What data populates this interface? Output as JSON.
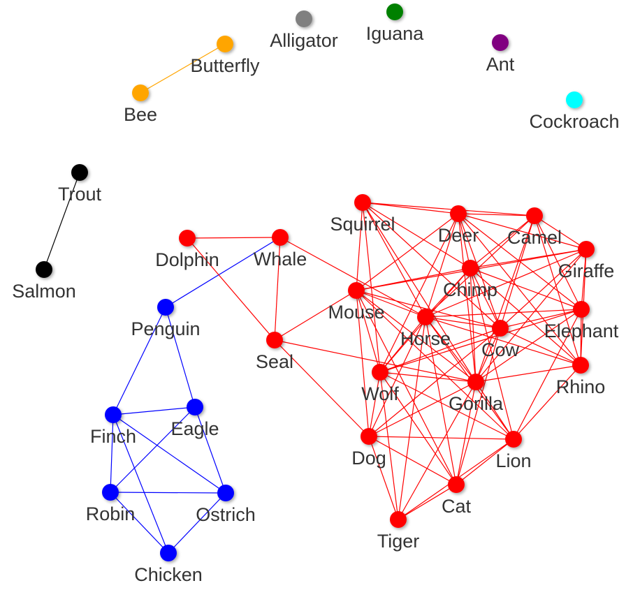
{
  "graph": {
    "colors": {
      "mammal": "#ff0000",
      "bird": "#0000ff",
      "fish": "#000000",
      "insect_pair": "#ffa500",
      "alligator": "#808080",
      "iguana": "#008000",
      "ant": "#800080",
      "cockroach": "#00ffff"
    },
    "nodes": [
      {
        "id": "alligator",
        "label": "Alligator",
        "group": "alligator"
      },
      {
        "id": "iguana",
        "label": "Iguana",
        "group": "iguana"
      },
      {
        "id": "ant",
        "label": "Ant",
        "group": "ant"
      },
      {
        "id": "cockroach",
        "label": "Cockroach",
        "group": "cockroach"
      },
      {
        "id": "butterfly",
        "label": "Butterfly",
        "group": "insect_pair"
      },
      {
        "id": "bee",
        "label": "Bee",
        "group": "insect_pair"
      },
      {
        "id": "trout",
        "label": "Trout",
        "group": "fish"
      },
      {
        "id": "salmon",
        "label": "Salmon",
        "group": "fish"
      },
      {
        "id": "dolphin",
        "label": "Dolphin",
        "group": "mammal"
      },
      {
        "id": "whale",
        "label": "Whale",
        "group": "mammal"
      },
      {
        "id": "seal",
        "label": "Seal",
        "group": "mammal"
      },
      {
        "id": "squirrel",
        "label": "Squirrel",
        "group": "mammal"
      },
      {
        "id": "deer",
        "label": "Deer",
        "group": "mammal"
      },
      {
        "id": "camel",
        "label": "Camel",
        "group": "mammal"
      },
      {
        "id": "giraffe",
        "label": "Giraffe",
        "group": "mammal"
      },
      {
        "id": "chimp",
        "label": "Chimp",
        "group": "mammal"
      },
      {
        "id": "mouse",
        "label": "Mouse",
        "group": "mammal"
      },
      {
        "id": "horse",
        "label": "Horse",
        "group": "mammal"
      },
      {
        "id": "cow",
        "label": "Cow",
        "group": "mammal"
      },
      {
        "id": "elephant",
        "label": "Elephant",
        "group": "mammal"
      },
      {
        "id": "rhino",
        "label": "Rhino",
        "group": "mammal"
      },
      {
        "id": "wolf",
        "label": "Wolf",
        "group": "mammal"
      },
      {
        "id": "gorilla",
        "label": "Gorilla",
        "group": "mammal"
      },
      {
        "id": "dog",
        "label": "Dog",
        "group": "mammal"
      },
      {
        "id": "lion",
        "label": "Lion",
        "group": "mammal"
      },
      {
        "id": "cat",
        "label": "Cat",
        "group": "mammal"
      },
      {
        "id": "tiger",
        "label": "Tiger",
        "group": "mammal"
      },
      {
        "id": "penguin",
        "label": "Penguin",
        "group": "bird"
      },
      {
        "id": "finch",
        "label": "Finch",
        "group": "bird"
      },
      {
        "id": "eagle",
        "label": "Eagle",
        "group": "bird"
      },
      {
        "id": "robin",
        "label": "Robin",
        "group": "bird"
      },
      {
        "id": "ostrich",
        "label": "Ostrich",
        "group": "bird"
      },
      {
        "id": "chicken",
        "label": "Chicken",
        "group": "bird"
      }
    ],
    "edges": [
      [
        "butterfly",
        "bee",
        "insect_pair"
      ],
      [
        "trout",
        "salmon",
        "fish"
      ],
      [
        "whale",
        "penguin",
        "bird"
      ],
      [
        "penguin",
        "finch",
        "bird"
      ],
      [
        "penguin",
        "eagle",
        "bird"
      ],
      [
        "finch",
        "eagle",
        "bird"
      ],
      [
        "finch",
        "robin",
        "bird"
      ],
      [
        "finch",
        "ostrich",
        "bird"
      ],
      [
        "finch",
        "chicken",
        "bird"
      ],
      [
        "eagle",
        "robin",
        "bird"
      ],
      [
        "eagle",
        "ostrich",
        "bird"
      ],
      [
        "robin",
        "ostrich",
        "bird"
      ],
      [
        "robin",
        "chicken",
        "bird"
      ],
      [
        "ostrich",
        "chicken",
        "bird"
      ],
      [
        "dolphin",
        "whale",
        "mammal"
      ],
      [
        "dolphin",
        "seal",
        "mammal"
      ],
      [
        "whale",
        "seal",
        "mammal"
      ],
      [
        "whale",
        "horse",
        "mammal"
      ],
      [
        "seal",
        "mouse",
        "mammal"
      ],
      [
        "seal",
        "gorilla",
        "mammal"
      ],
      [
        "seal",
        "dog",
        "mammal"
      ],
      [
        "squirrel",
        "deer",
        "mammal"
      ],
      [
        "squirrel",
        "camel",
        "mammal"
      ],
      [
        "squirrel",
        "mouse",
        "mammal"
      ],
      [
        "squirrel",
        "horse",
        "mammal"
      ],
      [
        "squirrel",
        "wolf",
        "mammal"
      ],
      [
        "squirrel",
        "chimp",
        "mammal"
      ],
      [
        "squirrel",
        "cow",
        "mammal"
      ],
      [
        "squirrel",
        "gorilla",
        "mammal"
      ],
      [
        "deer",
        "camel",
        "mammal"
      ],
      [
        "deer",
        "giraffe",
        "mammal"
      ],
      [
        "deer",
        "chimp",
        "mammal"
      ],
      [
        "deer",
        "mouse",
        "mammal"
      ],
      [
        "deer",
        "horse",
        "mammal"
      ],
      [
        "deer",
        "cow",
        "mammal"
      ],
      [
        "deer",
        "elephant",
        "mammal"
      ],
      [
        "deer",
        "rhino",
        "mammal"
      ],
      [
        "deer",
        "wolf",
        "mammal"
      ],
      [
        "deer",
        "gorilla",
        "mammal"
      ],
      [
        "camel",
        "giraffe",
        "mammal"
      ],
      [
        "camel",
        "chimp",
        "mammal"
      ],
      [
        "camel",
        "horse",
        "mammal"
      ],
      [
        "camel",
        "cow",
        "mammal"
      ],
      [
        "camel",
        "elephant",
        "mammal"
      ],
      [
        "camel",
        "rhino",
        "mammal"
      ],
      [
        "camel",
        "gorilla",
        "mammal"
      ],
      [
        "giraffe",
        "chimp",
        "mammal"
      ],
      [
        "giraffe",
        "mouse",
        "mammal"
      ],
      [
        "giraffe",
        "horse",
        "mammal"
      ],
      [
        "giraffe",
        "cow",
        "mammal"
      ],
      [
        "giraffe",
        "elephant",
        "mammal"
      ],
      [
        "giraffe",
        "rhino",
        "mammal"
      ],
      [
        "giraffe",
        "gorilla",
        "mammal"
      ],
      [
        "chimp",
        "mouse",
        "mammal"
      ],
      [
        "chimp",
        "horse",
        "mammal"
      ],
      [
        "chimp",
        "cow",
        "mammal"
      ],
      [
        "chimp",
        "elephant",
        "mammal"
      ],
      [
        "chimp",
        "rhino",
        "mammal"
      ],
      [
        "chimp",
        "gorilla",
        "mammal"
      ],
      [
        "chimp",
        "wolf",
        "mammal"
      ],
      [
        "chimp",
        "lion",
        "mammal"
      ],
      [
        "mouse",
        "horse",
        "mammal"
      ],
      [
        "mouse",
        "cow",
        "mammal"
      ],
      [
        "mouse",
        "wolf",
        "mammal"
      ],
      [
        "mouse",
        "gorilla",
        "mammal"
      ],
      [
        "mouse",
        "dog",
        "mammal"
      ],
      [
        "mouse",
        "cat",
        "mammal"
      ],
      [
        "mouse",
        "lion",
        "mammal"
      ],
      [
        "horse",
        "cow",
        "mammal"
      ],
      [
        "horse",
        "elephant",
        "mammal"
      ],
      [
        "horse",
        "rhino",
        "mammal"
      ],
      [
        "horse",
        "wolf",
        "mammal"
      ],
      [
        "horse",
        "gorilla",
        "mammal"
      ],
      [
        "horse",
        "dog",
        "mammal"
      ],
      [
        "horse",
        "lion",
        "mammal"
      ],
      [
        "horse",
        "cat",
        "mammal"
      ],
      [
        "horse",
        "tiger",
        "mammal"
      ],
      [
        "cow",
        "elephant",
        "mammal"
      ],
      [
        "cow",
        "rhino",
        "mammal"
      ],
      [
        "cow",
        "wolf",
        "mammal"
      ],
      [
        "cow",
        "gorilla",
        "mammal"
      ],
      [
        "cow",
        "dog",
        "mammal"
      ],
      [
        "cow",
        "cat",
        "mammal"
      ],
      [
        "elephant",
        "rhino",
        "mammal"
      ],
      [
        "elephant",
        "gorilla",
        "mammal"
      ],
      [
        "elephant",
        "lion",
        "mammal"
      ],
      [
        "elephant",
        "wolf",
        "mammal"
      ],
      [
        "rhino",
        "gorilla",
        "mammal"
      ],
      [
        "rhino",
        "lion",
        "mammal"
      ],
      [
        "wolf",
        "gorilla",
        "mammal"
      ],
      [
        "wolf",
        "dog",
        "mammal"
      ],
      [
        "wolf",
        "lion",
        "mammal"
      ],
      [
        "wolf",
        "cat",
        "mammal"
      ],
      [
        "wolf",
        "tiger",
        "mammal"
      ],
      [
        "gorilla",
        "dog",
        "mammal"
      ],
      [
        "gorilla",
        "lion",
        "mammal"
      ],
      [
        "gorilla",
        "cat",
        "mammal"
      ],
      [
        "gorilla",
        "tiger",
        "mammal"
      ],
      [
        "dog",
        "lion",
        "mammal"
      ],
      [
        "dog",
        "cat",
        "mammal"
      ],
      [
        "dog",
        "tiger",
        "mammal"
      ],
      [
        "lion",
        "cat",
        "mammal"
      ],
      [
        "lion",
        "tiger",
        "mammal"
      ],
      [
        "cat",
        "tiger",
        "mammal"
      ]
    ]
  }
}
